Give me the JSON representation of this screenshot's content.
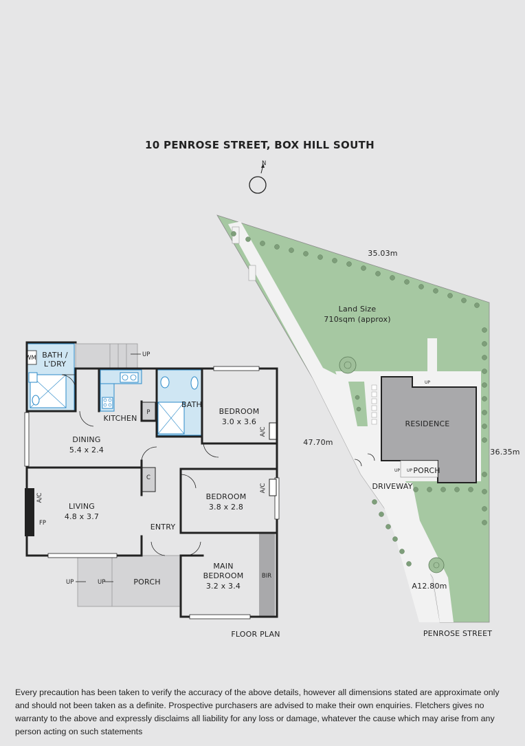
{
  "title": "10 PENROSE STREET, BOX HILL SOUTH",
  "north": "N",
  "rooms": {
    "bath_laundry": "BATH /",
    "bath_laundry_2": "L'DRY",
    "wm": "WM",
    "kitchen": "KITCHEN",
    "pantry": "P",
    "bath": "BATH",
    "bedroom2_name": "BEDROOM",
    "bedroom2_dim": "3.0 x 3.6",
    "dining_name": "DINING",
    "dining_dim": "5.4 x 2.4",
    "cupboard": "C",
    "living_name": "LIVING",
    "living_dim": "4.8 x 3.7",
    "ac_living": "A/C",
    "fp": "FP",
    "ac_bed2": "A/C",
    "ac_bed3": "A/C",
    "bedroom3_name": "BEDROOM",
    "bedroom3_dim": "3.8 x 2.8",
    "entry": "ENTRY",
    "main_name": "MAIN",
    "main_name_2": "BEDROOM",
    "main_dim": "3.2 x 3.4",
    "bir": "BIR",
    "porch": "PORCH",
    "up_stairs": "UP",
    "up_porch_1": "UP",
    "up_porch_2": "UP"
  },
  "floor_plan_label": "FLOOR PLAN",
  "site": {
    "top_dim": "35.03m",
    "left_dim": "47.70m",
    "right_dim": "36.35m",
    "bottom_dim": "A12.80m",
    "land_size_1": "Land Size",
    "land_size_2": "710sqm (approx)",
    "residence": "RESIDENCE",
    "porch": "PORCH",
    "driveway": "DRIVEWAY",
    "street": "PENROSE STREET",
    "up_1": "UP",
    "up_2": "UP",
    "up_3": "UP"
  },
  "disclaimer": "Every precaution has been taken to verify the accuracy of the above details, however all dimensions stated are approximate only and should not been taken as a definite. Prospective purchasers are advised to make their own enquiries. Fletchers gives no warranty to the above and expressly disclaims all liability for any loss or damage, whatever the cause which may arise from any person acting on such statements",
  "colors": {
    "background": "#e6e6e7",
    "wet_area": "#cfe6f3",
    "wet_outline": "#2b8ac9",
    "lawn": "#a6c8a2",
    "building": "#a9a9ab",
    "path": "#f2f2f2"
  }
}
